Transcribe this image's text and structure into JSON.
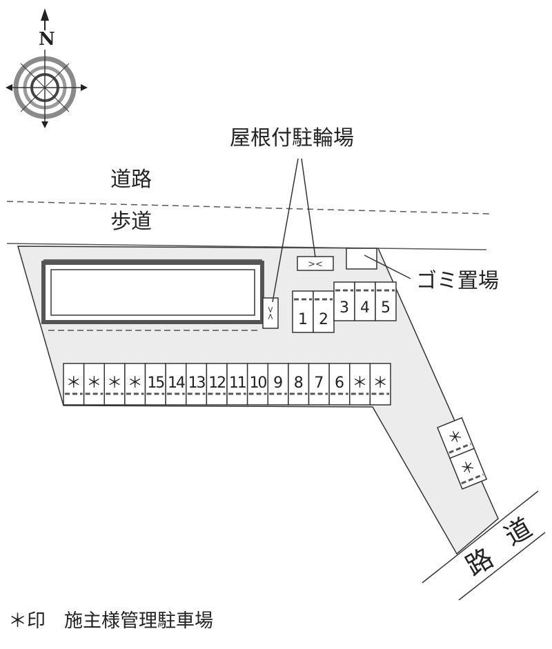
{
  "compass": {
    "north_label": "N",
    "icon": "compass-rose-icon"
  },
  "labels": {
    "roof_bicycle_parking": "屋根付駐輪場",
    "road_top": "道路",
    "sidewalk": "歩道",
    "garbage": "ゴミ置場",
    "road_bottom_1": "道",
    "road_bottom_2": "路"
  },
  "parking": {
    "upper_row": [
      "1",
      "2",
      "3",
      "4",
      "5"
    ],
    "main_row": [
      "＊",
      "＊",
      "＊",
      "＊",
      "15",
      "14",
      "13",
      "12",
      "11",
      "10",
      "9",
      "8",
      "7",
      "6",
      "＊",
      "＊"
    ],
    "diagonal_row": [
      "＊",
      "＊"
    ]
  },
  "legend": {
    "text": "＊印　施主様管理駐車場"
  },
  "colors": {
    "lot_fill": "#ececec",
    "line": "#333333",
    "building": "#555555"
  }
}
